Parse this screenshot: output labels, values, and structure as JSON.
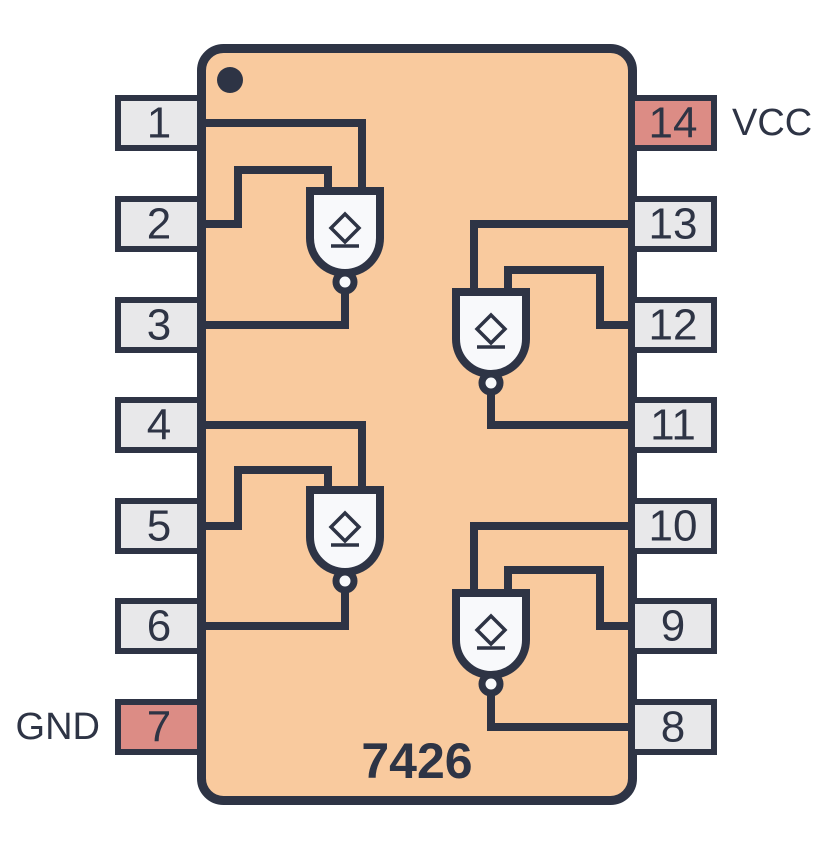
{
  "chip": {
    "label": "7426"
  },
  "labels": {
    "vcc": "VCC",
    "gnd": "GND"
  },
  "pins": {
    "left": [
      {
        "number": "1",
        "power": false
      },
      {
        "number": "2",
        "power": false
      },
      {
        "number": "3",
        "power": false
      },
      {
        "number": "4",
        "power": false
      },
      {
        "number": "5",
        "power": false
      },
      {
        "number": "6",
        "power": false
      },
      {
        "number": "7",
        "power": true
      }
    ],
    "right": [
      {
        "number": "14",
        "power": true
      },
      {
        "number": "13",
        "power": false
      },
      {
        "number": "12",
        "power": false
      },
      {
        "number": "11",
        "power": false
      },
      {
        "number": "10",
        "power": false
      },
      {
        "number": "9",
        "power": false
      },
      {
        "number": "8",
        "power": false
      }
    ]
  },
  "gates": [
    {
      "symbol": "open-collector-nand",
      "inputs": [
        "1",
        "2"
      ],
      "output": "3"
    },
    {
      "symbol": "open-collector-nand",
      "inputs": [
        "4",
        "5"
      ],
      "output": "6"
    },
    {
      "symbol": "open-collector-nand",
      "inputs": [
        "13",
        "12"
      ],
      "output": "11"
    },
    {
      "symbol": "open-collector-nand",
      "inputs": [
        "10",
        "9"
      ],
      "output": "8"
    }
  ],
  "colors": {
    "background": "#ffffff",
    "outline": "#2e3445",
    "chip_fill": "#f9ca9e",
    "pin_fill": "#e8e8ea",
    "power_pin_fill": "#dc8c85",
    "gate_fill": "#f8f9fb"
  }
}
